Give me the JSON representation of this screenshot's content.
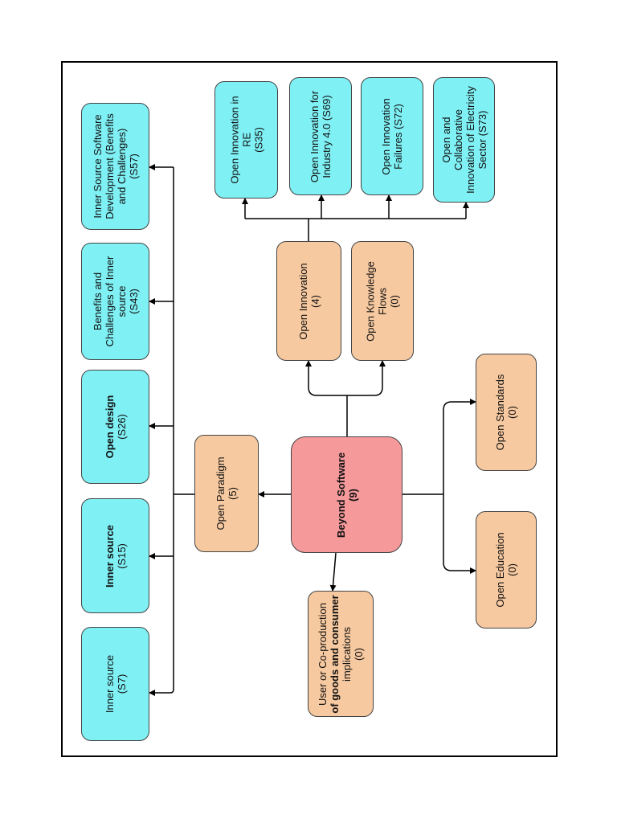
{
  "nodes": {
    "beyond_software": {
      "lines": [
        "Beyond Software",
        "(9)"
      ]
    },
    "open_paradigm": {
      "lines": [
        "Open Paradigm",
        "(5)"
      ]
    },
    "open_innovation": {
      "lines": [
        "Open Innovation",
        "(4)"
      ]
    },
    "open_knowledge_flows": {
      "lines": [
        "Open Knowledge",
        "Flows",
        "(0)"
      ]
    },
    "open_standards": {
      "lines": [
        "Open Standards",
        "(0)"
      ]
    },
    "open_education": {
      "lines": [
        "Open Education",
        "(0)"
      ]
    },
    "user_coproduction": {
      "lines": [
        "User or Co-production",
        "of goods and consumer",
        "implications",
        "(0)"
      ]
    },
    "inner_source_s7": {
      "lines": [
        "Inner source",
        "(S7)"
      ]
    },
    "inner_source_s15": {
      "lines": [
        "Inner source",
        "(S15)"
      ]
    },
    "open_design_s26": {
      "lines": [
        "Open design",
        "(S26)"
      ]
    },
    "benefits_inner_s43": {
      "lines": [
        "Benefits and",
        "Challenges of Inner",
        "source",
        "(S43)"
      ]
    },
    "inner_source_dev_s57": {
      "lines": [
        "Inner Source Software",
        "Development (Benefits",
        "and Challenges)",
        "(S57)"
      ]
    },
    "oi_re_s35": {
      "lines": [
        "Open Innovation in",
        "RE",
        "(S35)"
      ]
    },
    "oi_industry_s69": {
      "lines": [
        "Open Innovation for",
        "Industry 4.0 (S69)"
      ]
    },
    "oi_failures_s72": {
      "lines": [
        "Open Innovation",
        "Failures (S72)"
      ]
    },
    "oi_electricity_s73": {
      "lines": [
        "Open and",
        "Collaborative",
        "Innovation of Electricity",
        "Sector (S73)"
      ]
    }
  },
  "colors": {
    "primary_study": "#7ff0f4",
    "category": "#f7c9a0",
    "root": "#f6999a"
  }
}
